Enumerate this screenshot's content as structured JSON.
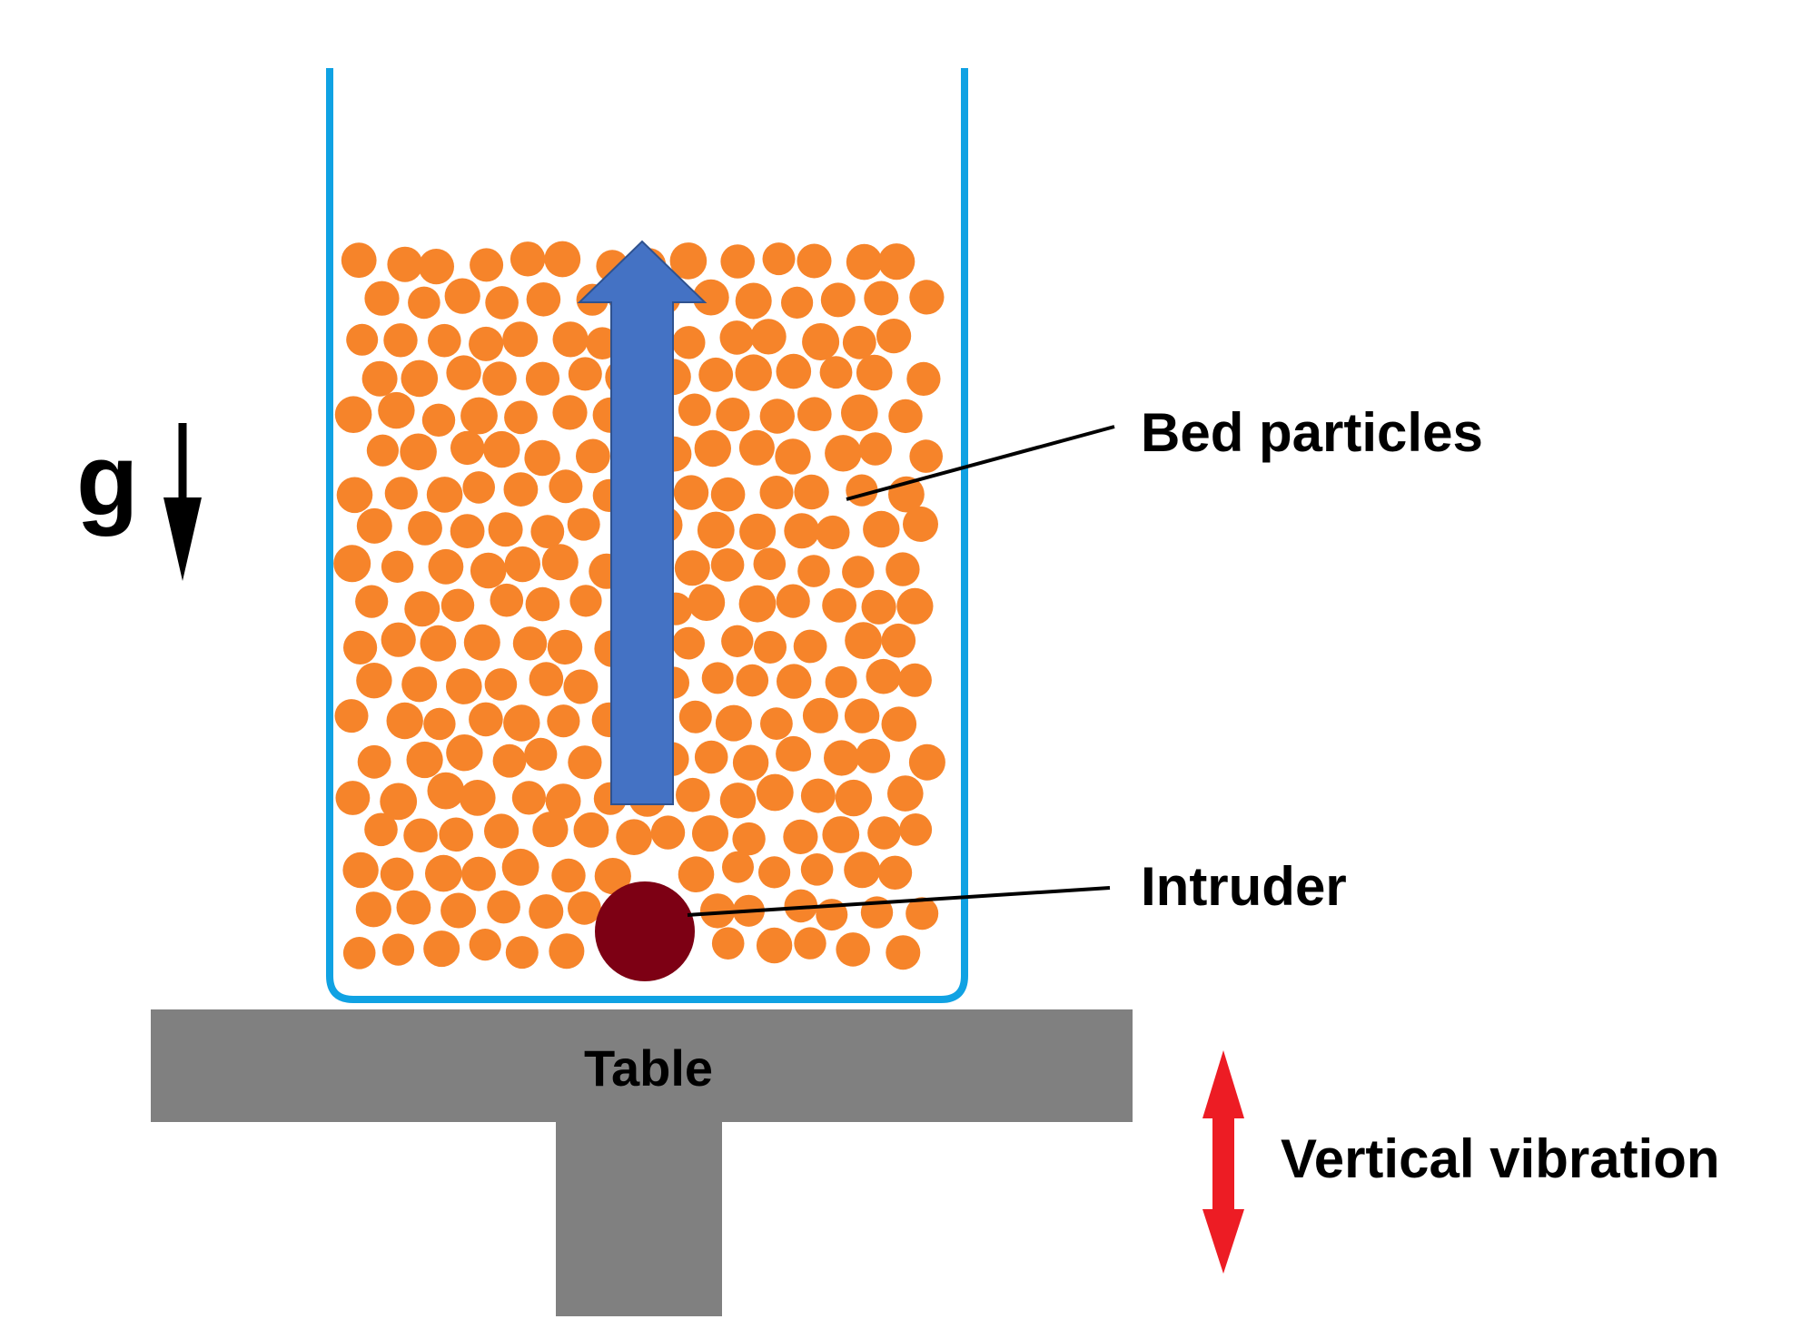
{
  "labels": {
    "gravity": "g",
    "bed_particles": "Bed particles",
    "intruder": "Intruder",
    "table": "Table",
    "vibration": "Vertical vibration"
  },
  "colors": {
    "container": "#10a2e3",
    "bed_particle": "#f6842a",
    "intruder": "#7d0014",
    "table": "#808080",
    "rise_arrow": "#4472c4",
    "vibration_arrow": "#ed1c24",
    "leader": "#000000"
  },
  "icons": {
    "gravity": "arrow-down-icon",
    "rise": "arrow-up-icon",
    "vibration": "double-arrow-vertical-icon"
  }
}
